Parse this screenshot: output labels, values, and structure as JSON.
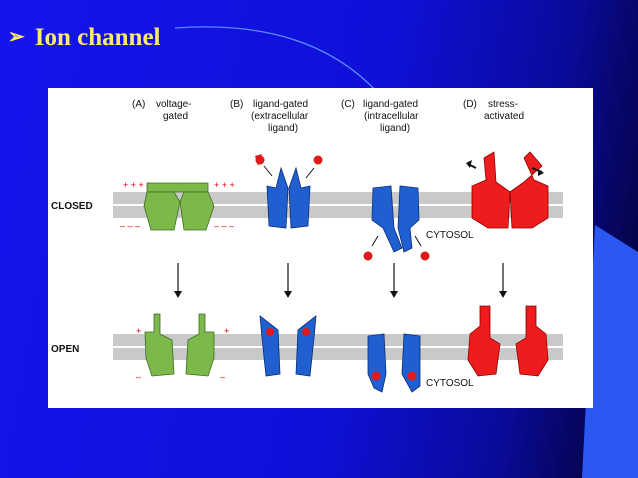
{
  "slide": {
    "bullet": "➢",
    "title": "Ion channel"
  },
  "figure": {
    "columns": [
      {
        "letter": "(A)",
        "lines": [
          "voltage-",
          "gated"
        ]
      },
      {
        "letter": "(B)",
        "lines": [
          "ligand-gated",
          "(extracellular",
          "ligand)"
        ]
      },
      {
        "letter": "(C)",
        "lines": [
          "ligand-gated",
          "(intracellular",
          "ligand)"
        ]
      },
      {
        "letter": "(D)",
        "lines": [
          "stress-",
          "activated"
        ]
      }
    ],
    "rows": {
      "closed": "CLOSED",
      "open": "OPEN"
    },
    "cytosol": "CYTOSOL",
    "charges": {
      "closed_top": "+ + +",
      "closed_bottom": "– – –",
      "open_top": "+",
      "open_bottom": "–"
    },
    "colors": {
      "membrane": "#c9c9c9",
      "voltage_gated": "#7cb84a",
      "ligand_gated": "#1f5fd0",
      "stress_activated": "#ee1c1c",
      "ligand": "#e01a1a",
      "charge": "#e00000"
    }
  }
}
